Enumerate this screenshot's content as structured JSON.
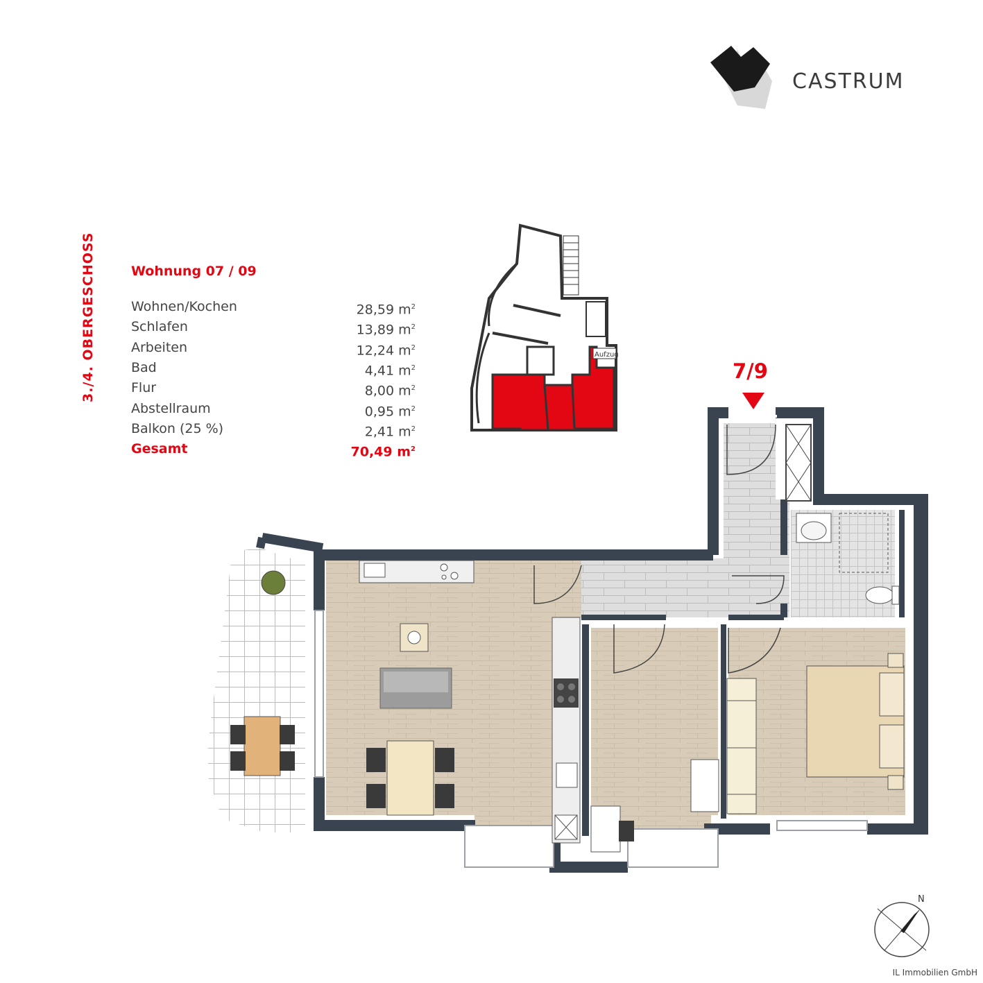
{
  "brand": {
    "name": "CASTRUM"
  },
  "floor_label": "3./4. OBERGESCHOSS",
  "apartment_title": "Wohnung 07 / 09",
  "areas": [
    {
      "room": "Wohnen/Kochen",
      "value": "28,59 m"
    },
    {
      "room": "Schlafen",
      "value": "13,89 m"
    },
    {
      "room": "Arbeiten",
      "value": "12,24 m"
    },
    {
      "room": "Bad",
      "value": "4,41 m"
    },
    {
      "room": "Flur",
      "value": "8,00 m"
    },
    {
      "room": "Abstellraum",
      "value": "0,95 m"
    },
    {
      "room": "Balkon (25 %)",
      "value": "2,41 m"
    }
  ],
  "total": {
    "label": "Gesamt",
    "value": "70,49 m"
  },
  "unit_superscript": "2",
  "keyplan": {
    "elevator_label": "Aufzug",
    "highlight_color": "#e30613"
  },
  "unit_marker": "7/9",
  "compass": {
    "north_label": "N"
  },
  "copyright": "IL Immobilien GmbH",
  "colors": {
    "accent": "#e30613",
    "wall": "#3a4350",
    "floor_wood": "#d9cfbf",
    "tile": "#d6d6d6"
  }
}
